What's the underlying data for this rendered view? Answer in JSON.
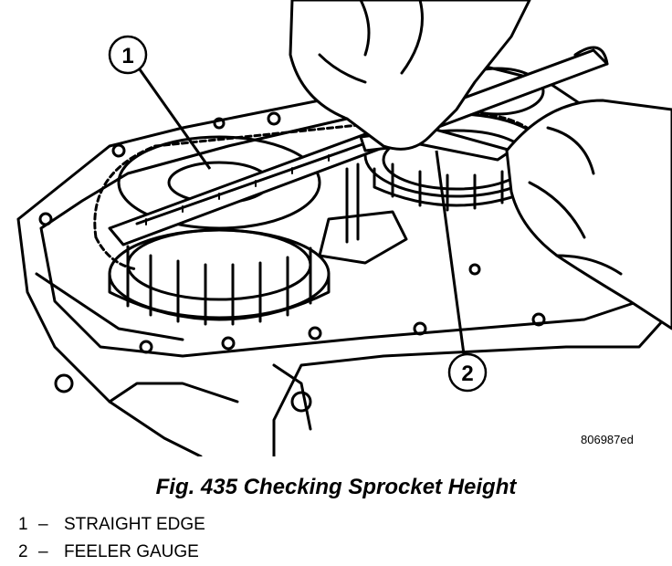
{
  "figure": {
    "image_code": "806987ed",
    "callouts": [
      {
        "number": "1"
      },
      {
        "number": "2"
      }
    ]
  },
  "caption": "Fig. 435 Checking Sprocket Height",
  "legend": [
    {
      "number": "1",
      "separator": "–",
      "label": "STRAIGHT EDGE"
    },
    {
      "number": "2",
      "separator": "–",
      "label": "FEELER GAUGE"
    }
  ]
}
